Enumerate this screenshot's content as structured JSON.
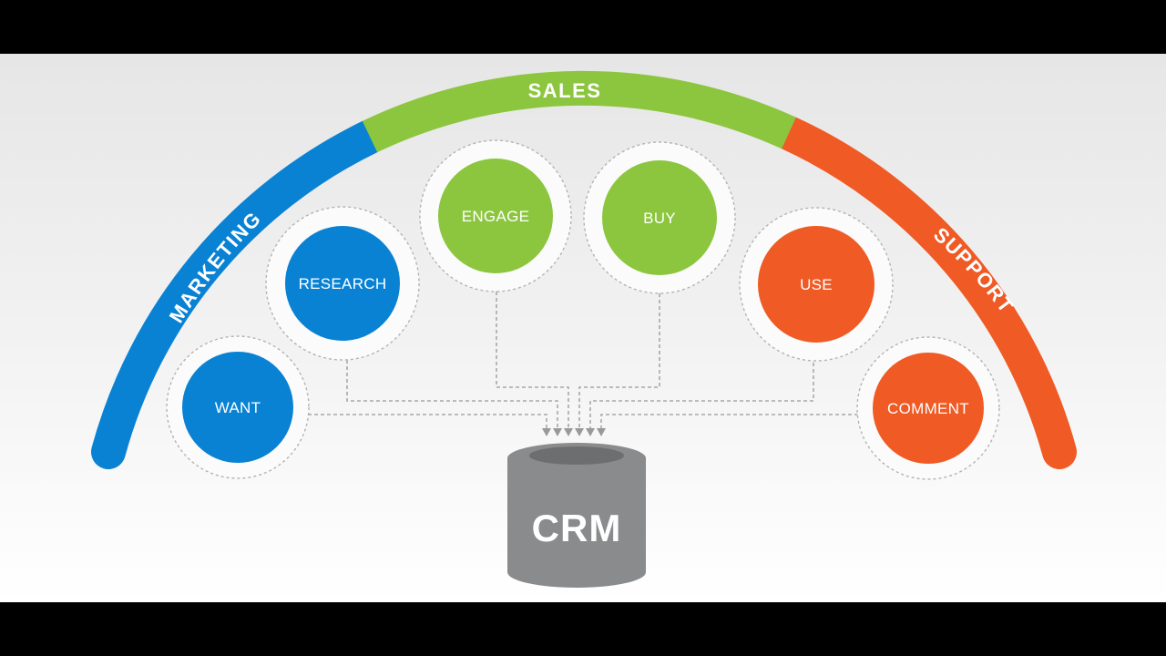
{
  "colors": {
    "marketing": "#0a82d4",
    "sales": "#8cc63f",
    "support": "#f05a24",
    "crm": "#8a8b8d",
    "crm_dark": "#6d6e70"
  },
  "arc": {
    "marketing_label": "MARKETING",
    "sales_label": "SALES",
    "support_label": "SUPPORT"
  },
  "nodes": {
    "want": "WANT",
    "research": "RESEARCH",
    "engage": "ENGAGE",
    "buy": "BUY",
    "use": "USE",
    "comment": "COMMENT"
  },
  "crm": {
    "label": "CRM"
  }
}
